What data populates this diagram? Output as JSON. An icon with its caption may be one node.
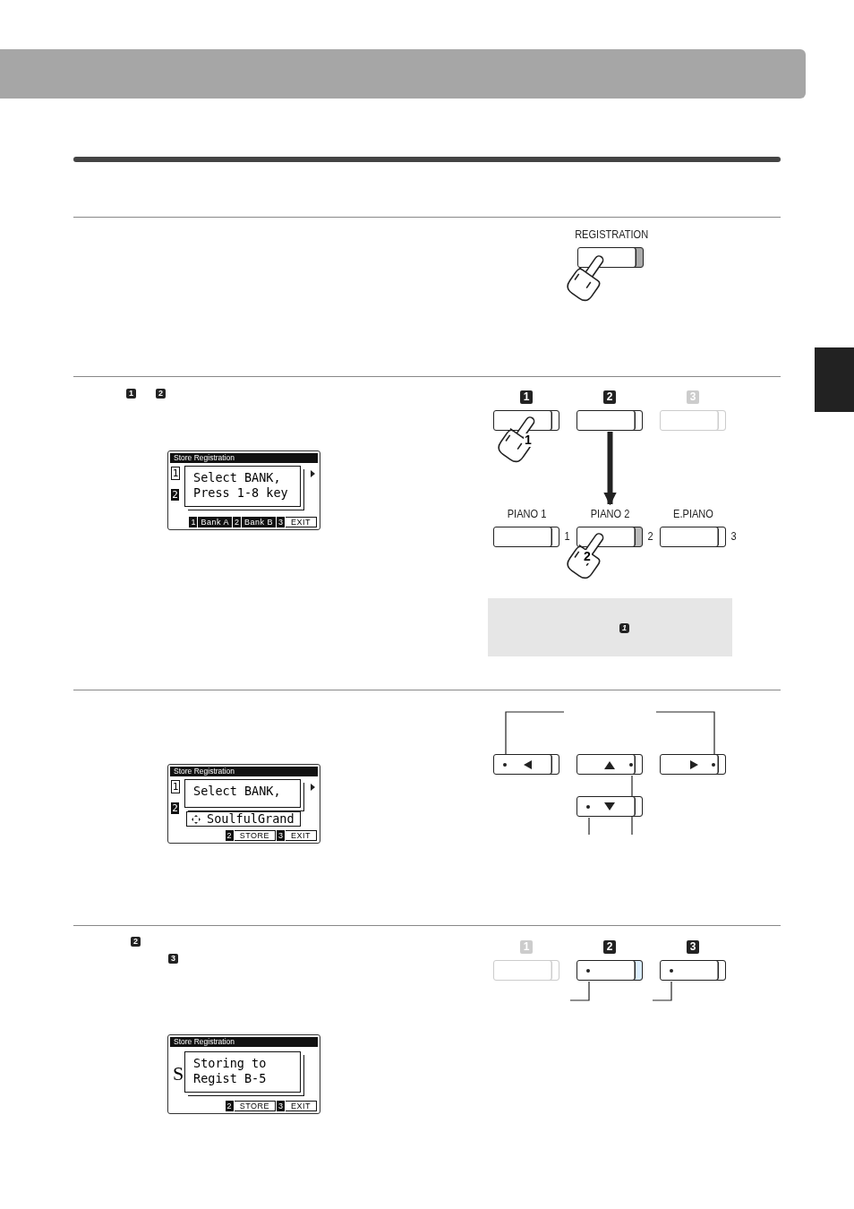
{
  "diagram": {
    "nodes": [
      {
        "text": [
          "REGISTRATION"
        ]
      },
      {
        "text": [
          "1"
        ]
      },
      {
        "text": [
          "2"
        ]
      },
      {
        "text": [
          "3"
        ]
      },
      {
        "text": [
          "PIANO 1"
        ],
        "beside": [
          "1"
        ]
      },
      {
        "text": [
          "PIANO 2"
        ],
        "beside": [
          "2"
        ]
      },
      {
        "text": [
          "E.PIANO"
        ],
        "beside": [
          "3"
        ]
      },
      {
        "text": [
          "Store Registration",
          "1",
          "2",
          "1",
          "Bank A",
          "2",
          "Bank B",
          "3",
          "EXIT"
        ]
      },
      {
        "text": [
          "Select BANK, Press 1-8 key"
        ],
        "in": 7
      },
      {
        "text": [
          "1"
        ]
      },
      {
        "text": [],
        "shape": "box"
      },
      {
        "text": [],
        "shape": "box"
      },
      {
        "text": [],
        "shape": "box"
      },
      {
        "text": [],
        "shape": "box"
      },
      {
        "text": [
          "Store Registration",
          "1",
          "2",
          "2",
          "STORE",
          "3",
          "EXIT"
        ]
      },
      {
        "text": [
          "Select BANK,"
        ],
        "in": 14
      },
      {
        "text": [
          "SoulfulGrand"
        ],
        "in": 14
      },
      {
        "text": [
          "1"
        ]
      },
      {
        "text": [
          "2"
        ]
      },
      {
        "text": [
          "3"
        ]
      },
      {
        "text": [
          "Store Registration",
          "S",
          "2",
          "STORE",
          "3",
          "EXIT"
        ]
      },
      {
        "text": [
          "Storing to Regist B-5"
        ],
        "in": 20
      }
    ],
    "edges": [
      {
        "from": 2,
        "to": 5,
        "arrow": "to",
        "style": "thick"
      },
      {
        "from": 10,
        "to": null,
        "arrow": "none"
      },
      {
        "from": 11,
        "to": null,
        "arrow": "none"
      },
      {
        "from": 12,
        "to": null,
        "arrow": "none"
      },
      {
        "from": 13,
        "to": null,
        "arrow": "none"
      },
      {
        "from": 18,
        "to": null,
        "arrow": "none"
      },
      {
        "from": 19,
        "to": null,
        "arrow": "none"
      }
    ],
    "labels": [
      "1",
      "2",
      "1",
      "2",
      "2",
      "3"
    ]
  }
}
